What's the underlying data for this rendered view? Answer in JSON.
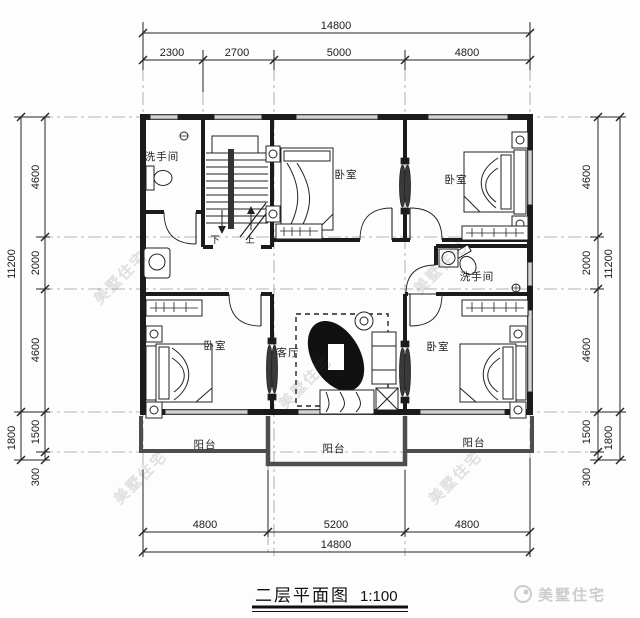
{
  "title": {
    "text": "二层平面图",
    "scale": "1:100"
  },
  "logo": {
    "text": "美墅住宅"
  },
  "watermark": {
    "text": "美墅住宅"
  },
  "stairs": {
    "down": "下",
    "up": "上"
  },
  "rooms": {
    "bath_top_left": "洗手间",
    "bed_top_middle": "卧室",
    "bed_top_right": "卧室",
    "bath_right": "洗手间",
    "bed_bottom_left": "卧室",
    "living": "客厅",
    "bed_bottom_right": "卧室",
    "balcony_left": "阳台",
    "balcony_center": "阳台",
    "balcony_right": "阳台"
  },
  "dims": {
    "top": {
      "total": "14800",
      "segments": [
        "2300",
        "2700",
        "5000",
        "4800"
      ]
    },
    "bottom": {
      "total": "14800",
      "segments": [
        "4800",
        "5200",
        "4800"
      ]
    },
    "left": {
      "total": "11200",
      "lower_total": "1800",
      "segments": [
        "4600",
        "2000",
        "4600",
        "1500",
        "300"
      ]
    },
    "right": {
      "total": "11200",
      "lower_total": "1800",
      "segments": [
        "4600",
        "2000",
        "4600",
        "1500",
        "300"
      ]
    }
  },
  "colors": {
    "wall": "#1b1b1b",
    "axis": "#9a9a9a",
    "window_fill": "#a8a8a8",
    "rail": "#4d4d4d"
  }
}
